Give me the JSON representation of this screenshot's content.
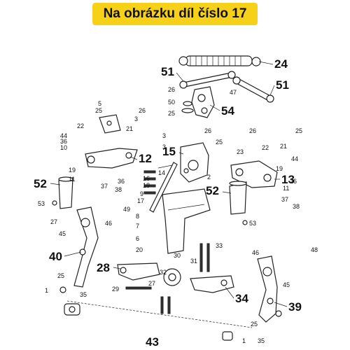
{
  "header": {
    "title": "Na obrázku díl číslo 17"
  },
  "labels": {
    "l51a": "51",
    "l24": "24",
    "l51b": "51",
    "l54": "54",
    "l12": "12",
    "l15": "15",
    "l13": "13",
    "l52a": "52",
    "l52b": "52",
    "l40": "40",
    "l28": "28",
    "l34": "34",
    "l39": "39",
    "l43": "43",
    "s26a": "26",
    "s50": "50",
    "s25a": "25",
    "s47": "47",
    "s5a": "5",
    "s25b": "25",
    "s26b": "26",
    "s3a": "3",
    "s22a": "22",
    "s21a": "21",
    "s44a": "44",
    "s36a": "36",
    "s10a": "10",
    "s3b": "3",
    "s26c": "26",
    "s3c": "3",
    "s17": "17",
    "s19a": "19",
    "s11a": "11",
    "s36b": "36",
    "s26d": "26",
    "s25c": "25",
    "s22b": "22",
    "s21b": "21",
    "s23": "23",
    "s44b": "44",
    "s36c": "36",
    "s53a": "53",
    "s53b": "53",
    "s27a": "27",
    "s45a": "45",
    "s46a": "46",
    "s25d": "25",
    "s1a": "1",
    "s35a": "35",
    "s29": "29",
    "s27b": "27",
    "s32": "32",
    "s31": "31",
    "s30": "30",
    "s46b": "46",
    "s48": "48",
    "s45b": "45",
    "s25e": "25",
    "s1b": "1",
    "s35b": "35",
    "s16a": "16",
    "s18": "18",
    "s14": "14",
    "s9": "9",
    "s8": "8",
    "s7": "7",
    "s6": "6",
    "s2": "2",
    "s33": "33",
    "s20": "20",
    "s37a": "37",
    "s38a": "38",
    "s49": "49",
    "s37b": "37",
    "s38b": "38",
    "s11b": "11",
    "s19b": "19",
    "s25f": "25"
  }
}
